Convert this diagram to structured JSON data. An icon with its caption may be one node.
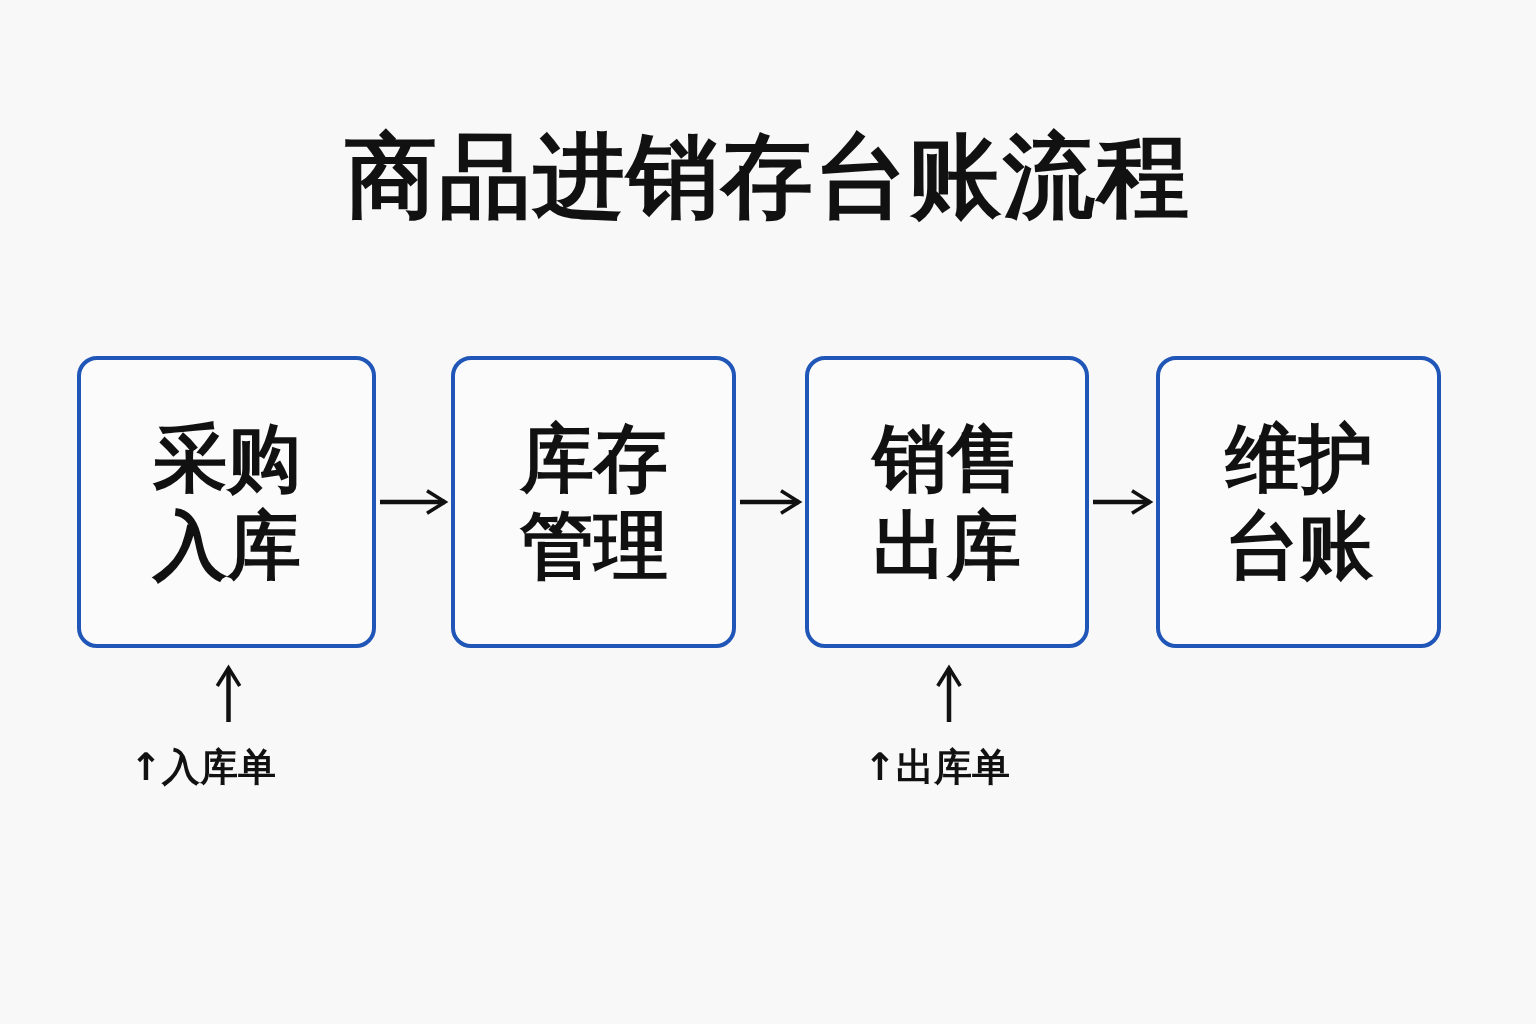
{
  "diagram": {
    "title": "商品进销存台账流程",
    "nodes": [
      {
        "text": [
          "采购入库"
        ]
      },
      {
        "text": [
          "库存管理"
        ]
      },
      {
        "text": [
          "销售出库"
        ]
      },
      {
        "text": [
          "维护台账"
        ]
      },
      {
        "text": [
          "↑入库单"
        ]
      },
      {
        "text": [
          "↑出库单"
        ]
      }
    ],
    "edges": [
      {
        "from": 0,
        "to": 1,
        "arrow": "to"
      },
      {
        "from": 1,
        "to": 2,
        "arrow": "to"
      },
      {
        "from": 2,
        "to": 3,
        "arrow": "to"
      },
      {
        "from": 4,
        "to": 0,
        "arrow": "to"
      },
      {
        "from": 5,
        "to": 2,
        "arrow": "to"
      }
    ]
  }
}
